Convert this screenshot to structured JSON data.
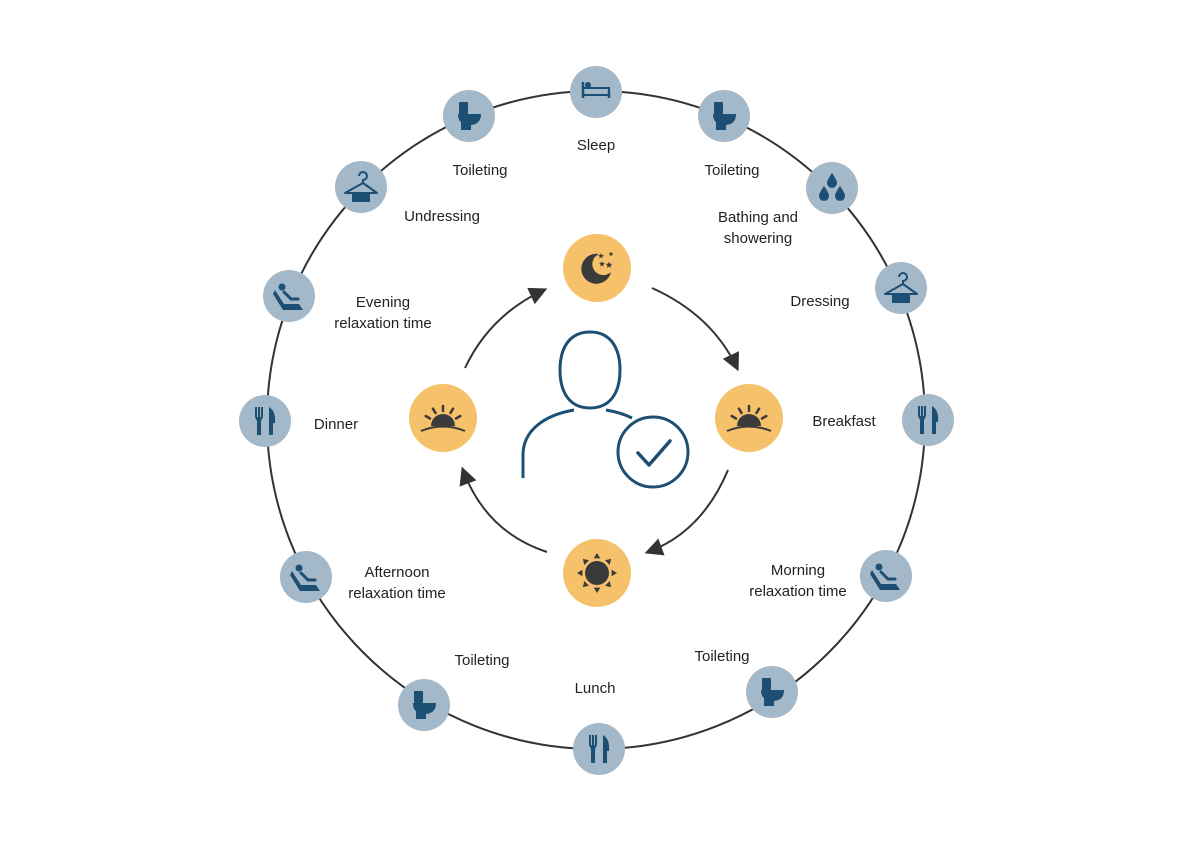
{
  "colors": {
    "ring": "#333333",
    "icon_bg": "#a3b8c9",
    "icon_fg": "#1c4f73",
    "sun_bg": "#f5c26b",
    "sun_fg": "#3a3a3a",
    "person": "#1c4f73",
    "arrow": "#333333"
  },
  "activities": [
    {
      "id": "sleep",
      "icon": "bed-icon",
      "lines": [
        "Sleep"
      ]
    },
    {
      "id": "toileting-1",
      "icon": "toilet-icon",
      "lines": [
        "Toileting"
      ]
    },
    {
      "id": "bathing",
      "icon": "water-drops-icon",
      "lines": [
        "Bathing and",
        "showering"
      ]
    },
    {
      "id": "dressing",
      "icon": "hanger-icon",
      "lines": [
        "Dressing"
      ]
    },
    {
      "id": "breakfast",
      "icon": "cutlery-icon",
      "lines": [
        "Breakfast"
      ]
    },
    {
      "id": "morning-relax",
      "icon": "recliner-icon",
      "lines": [
        "Morning",
        "relaxation time"
      ]
    },
    {
      "id": "toileting-2",
      "icon": "toilet-icon",
      "lines": [
        "Toileting"
      ]
    },
    {
      "id": "lunch",
      "icon": "cutlery-icon",
      "lines": [
        "Lunch"
      ]
    },
    {
      "id": "toileting-3",
      "icon": "toilet-icon",
      "lines": [
        "Toileting"
      ]
    },
    {
      "id": "afternoon-relax",
      "icon": "recliner-icon",
      "lines": [
        "Afternoon",
        "relaxation time"
      ]
    },
    {
      "id": "dinner",
      "icon": "cutlery-icon",
      "lines": [
        "Dinner"
      ]
    },
    {
      "id": "evening-relax",
      "icon": "recliner-icon",
      "lines": [
        "Evening",
        "relaxation time"
      ]
    },
    {
      "id": "undressing",
      "icon": "hanger-icon",
      "lines": [
        "Undressing"
      ]
    },
    {
      "id": "toileting-4",
      "icon": "toilet-icon",
      "lines": [
        "Toileting"
      ]
    }
  ],
  "cycle": [
    {
      "id": "night",
      "icon": "moon-stars-icon"
    },
    {
      "id": "morning",
      "icon": "sunrise-icon"
    },
    {
      "id": "midday",
      "icon": "sun-icon"
    },
    {
      "id": "evening",
      "icon": "sunset-icon"
    }
  ],
  "center": {
    "icon": "person-check-icon"
  }
}
